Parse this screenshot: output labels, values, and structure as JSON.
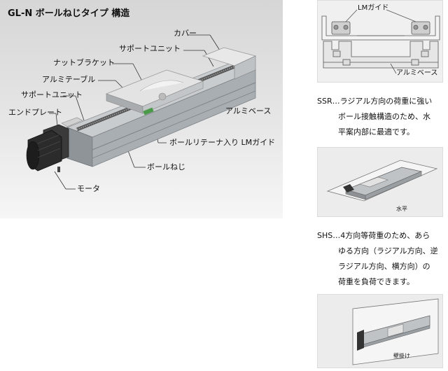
{
  "structure": {
    "title": "GL-N ボールねじタイプ 構造",
    "labels": {
      "cover": "カバー",
      "support_unit_top": "サポートユニット",
      "nut_bracket": "ナットブラケット",
      "aluminum_table": "アルミテーブル",
      "support_unit_left": "サポートユニット",
      "end_plate": "エンドプレート",
      "aluminum_base": "アルミベース",
      "lm_guide_ball_retainer": "ボールリテーナ入り LMガイド",
      "ball_screw": "ボールねじ",
      "motor": "モータ"
    }
  },
  "ssr_figure": {
    "lm_guide_label": "LMガイド",
    "aluminum_base_label": "アルミベース"
  },
  "ssr_description": {
    "lines": [
      "SSR…ラジアル方向の荷重に強い",
      "ボール接触構造のため、水",
      "平案内部に最適です。"
    ]
  },
  "flat_figure": {
    "caption": "水平"
  },
  "shs_description": {
    "lines": [
      "SHS…4方向等荷重のため、あら",
      "ゆる方向（ラジアル方向、逆",
      "ラジアル方向、横方向）の",
      "荷重を負荷できます。"
    ]
  },
  "wall_figure": {
    "caption": "壁掛け"
  }
}
